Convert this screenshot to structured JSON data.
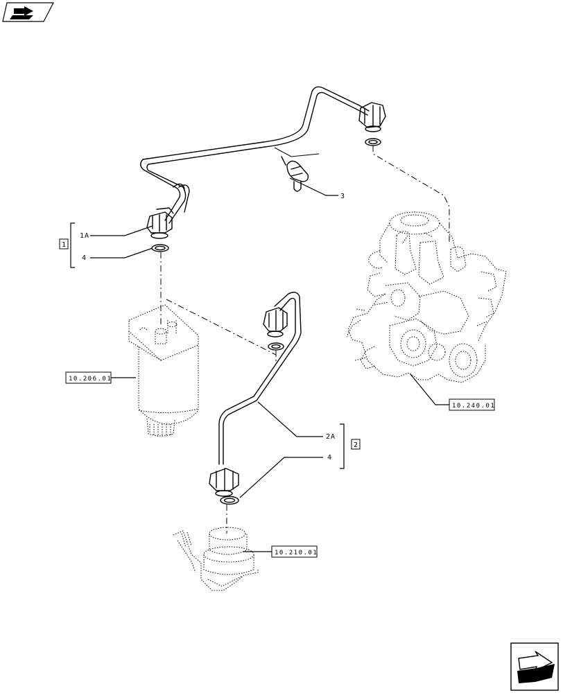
{
  "icons": {
    "top_nav": "book-forward-icon",
    "bottom_nav": "next-page-arrow-icon"
  },
  "callouts": {
    "item_3": "3",
    "item_1a": "1A",
    "item_4_upper": "4",
    "group_1": "1",
    "item_2a": "2A",
    "item_4_lower": "4",
    "group_2": "2"
  },
  "references": {
    "filter": "10.206.01",
    "injection_pump": "10.240.01",
    "feed_pump": "10.210.01"
  }
}
